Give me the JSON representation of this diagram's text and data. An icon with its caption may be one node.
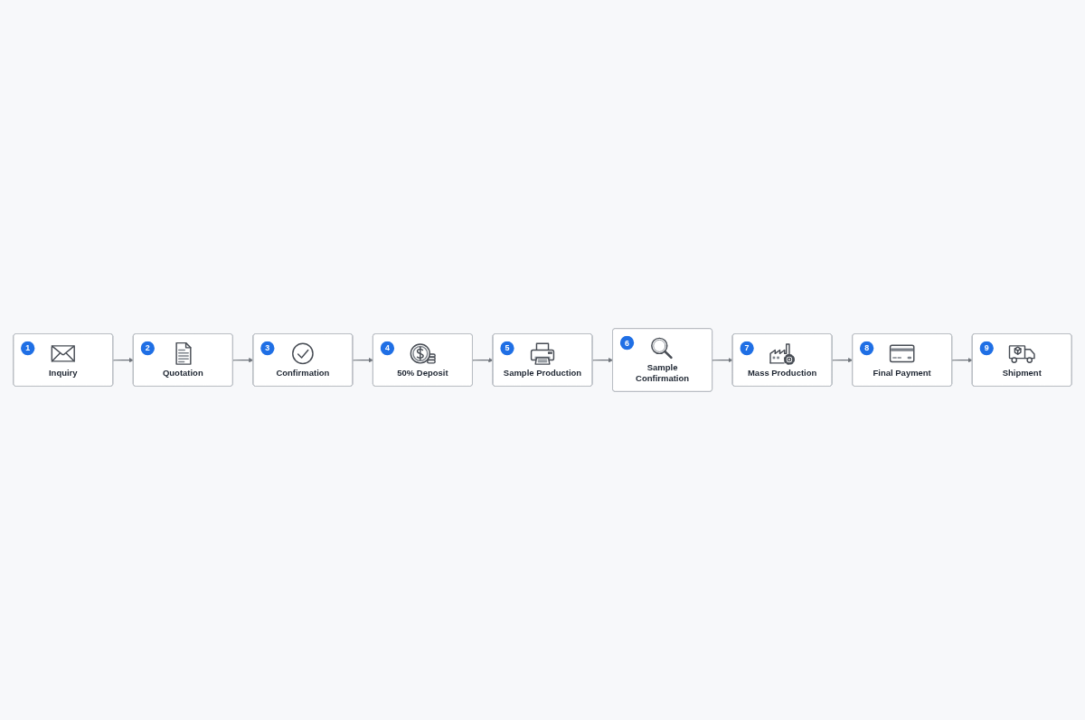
{
  "diagram": {
    "nodes": [
      {
        "text": [
          "1",
          "Inquiry"
        ]
      },
      {
        "text": [
          "2",
          "Quotation"
        ]
      },
      {
        "text": [
          "3",
          "Confirmation"
        ]
      },
      {
        "text": [
          "4",
          "50% Deposit"
        ]
      },
      {
        "text": [
          "5",
          "Sample Production"
        ]
      },
      {
        "text": [
          "6",
          "Sample Confirmation"
        ]
      },
      {
        "text": [
          "7",
          "Mass Production"
        ]
      },
      {
        "text": [
          "8",
          "Final Payment"
        ]
      },
      {
        "text": [
          "9",
          "Shipment"
        ]
      }
    ],
    "edges": [
      {
        "from": 0,
        "to": 1,
        "arrow": "to"
      },
      {
        "from": 1,
        "to": 2,
        "arrow": "to"
      },
      {
        "from": 2,
        "to": 3,
        "arrow": "to"
      },
      {
        "from": 3,
        "to": 4,
        "arrow": "to"
      },
      {
        "from": 4,
        "to": 5,
        "arrow": "to"
      },
      {
        "from": 5,
        "to": 6,
        "arrow": "to"
      },
      {
        "from": 6,
        "to": 7,
        "arrow": "to"
      },
      {
        "from": 7,
        "to": 8,
        "arrow": "to"
      }
    ]
  }
}
